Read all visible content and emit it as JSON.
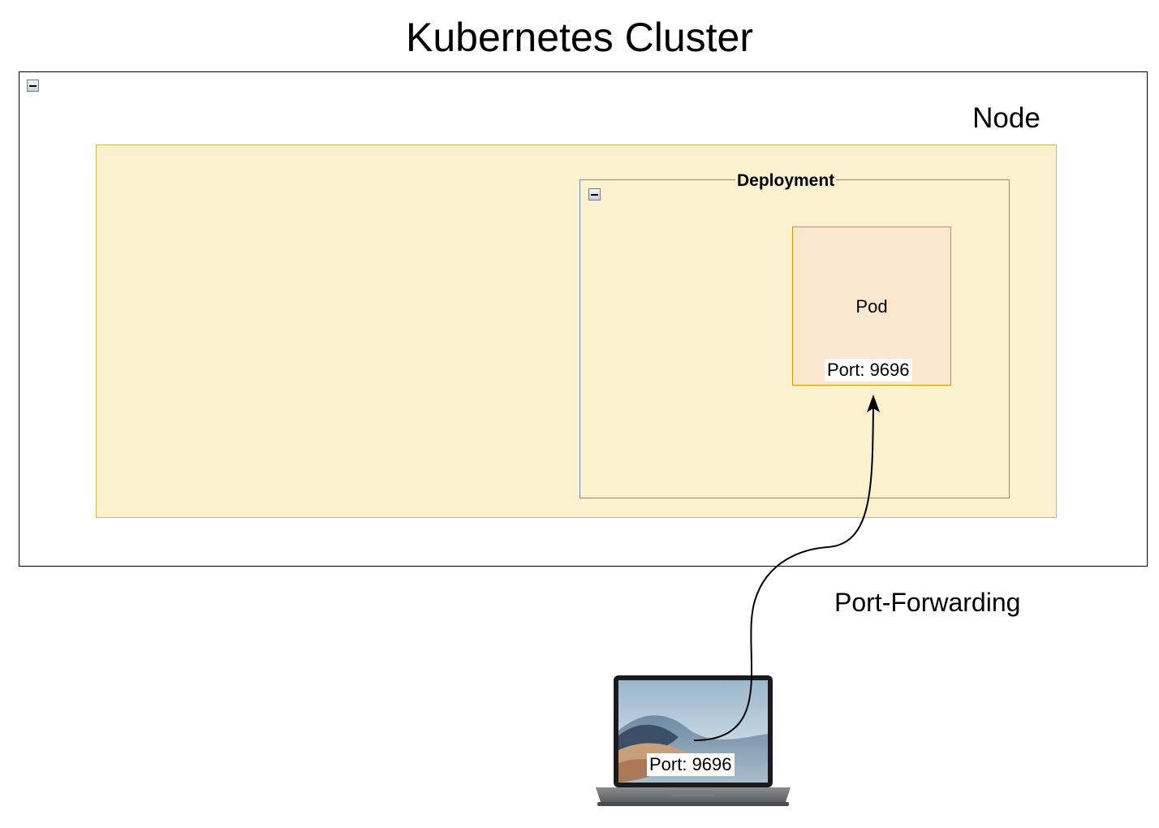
{
  "diagram": {
    "title": "Kubernetes Cluster",
    "node_label": "Node",
    "deployment_label": "Deployment",
    "pod": {
      "label": "Pod",
      "port_label": "Port: 9696"
    },
    "laptop": {
      "port_label": "Port: 9696"
    },
    "edge_label": "Port-Forwarding"
  },
  "colors": {
    "node_fill": "#fbf1cf",
    "node_stroke": "#d6b656",
    "deployment_stroke": "#6c8ebf",
    "pod_fill": "#fbe6cf",
    "pod_stroke": "#d79b00"
  },
  "icons": {
    "laptop": "laptop-icon",
    "collapse": "collapse-icon"
  }
}
